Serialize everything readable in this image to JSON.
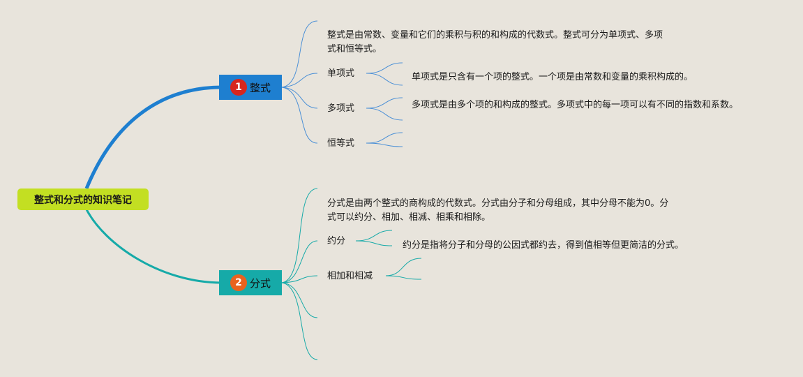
{
  "root": {
    "title": "整式和分式的知识笔记"
  },
  "colors": {
    "background": "#e8e4dc",
    "root": "#c3df22",
    "branch1": "#1e7fd0",
    "branch2": "#16aaa8",
    "badge1": "#d7261e",
    "badge2": "#e9631f"
  },
  "branch1": {
    "number": "1",
    "label": "整式",
    "definition": "整式是由常数、变量和它们的乘积与积的和构成的代数式。整式可分为单项式、多项式和恒等式。",
    "children": [
      {
        "label": "单项式",
        "note": "单项式是只含有一个项的整式。一个项是由常数和变量的乘积构成的。"
      },
      {
        "label": "多项式",
        "note": "多项式是由多个项的和构成的整式。多项式中的每一项可以有不同的指数和系数。"
      },
      {
        "label": "恒等式",
        "note": ""
      }
    ]
  },
  "branch2": {
    "number": "2",
    "label": "分式",
    "definition": "分式是由两个整式的商构成的代数式。分式由分子和分母组成，其中分母不能为0。分式可以约分、相加、相减、相乘和相除。",
    "children": [
      {
        "label": "约分",
        "note": "约分是指将分子和分母的公因式都约去，得到值相等但更简洁的分式。"
      },
      {
        "label": "相加和相减",
        "note": ""
      }
    ]
  }
}
